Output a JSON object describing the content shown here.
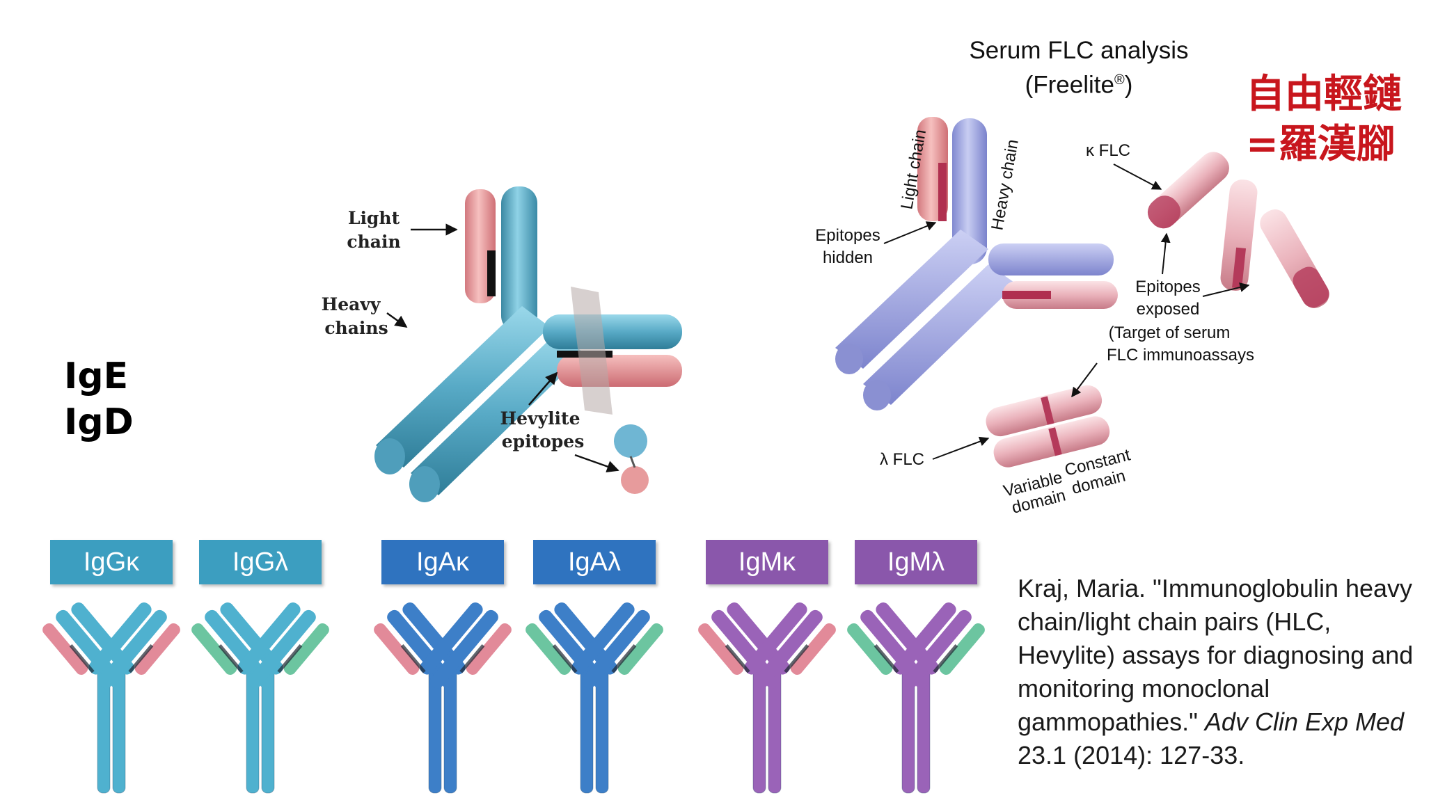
{
  "side_labels": [
    "IgE",
    "IgD"
  ],
  "hevylite_figure": {
    "labels": {
      "light_chain": [
        "Light",
        "chain"
      ],
      "heavy_chains": [
        "Heavy",
        "chains"
      ],
      "hevylite_epitopes": [
        "Hevylite",
        "epitopes"
      ]
    }
  },
  "flc_figure": {
    "title_line1": "Serum FLC analysis",
    "title_line2": "(Freelite",
    "title_reg": "®",
    "title_close": ")",
    "labels": {
      "light_chain": "Light chain",
      "heavy_chain": "Heavy chain",
      "epitopes_hidden": [
        "Epitopes",
        "hidden"
      ],
      "kappa_flc": "κ FLC",
      "epitopes_exposed": [
        "Epitopes",
        "exposed",
        "(Target of serum",
        "FLC immunoassays"
      ],
      "lambda_flc": "λ FLC",
      "variable_domain": [
        "Variable",
        "domain"
      ],
      "constant_domain": [
        "Constant",
        "domain"
      ]
    }
  },
  "annotation_cjk": [
    "自由輕鏈",
    "=羅漢腳"
  ],
  "isotypes": [
    {
      "label": "IgGκ",
      "heavy": "#4fb1cf",
      "light": "#e28a99"
    },
    {
      "label": "IgGλ",
      "heavy": "#4fb1cf",
      "light": "#6cc5a0"
    },
    {
      "label": "IgAκ",
      "heavy": "#3d7fc8",
      "light": "#e28a99"
    },
    {
      "label": "IgAλ",
      "heavy": "#3d7fc8",
      "light": "#6cc5a0"
    },
    {
      "label": "IgMκ",
      "heavy": "#9a63b8",
      "light": "#e28a99"
    },
    {
      "label": "IgMλ",
      "heavy": "#9a63b8",
      "light": "#6cc5a0"
    }
  ],
  "badge_colors": [
    "#3c9ec0",
    "#3c9ec0",
    "#2f73bf",
    "#2f73bf",
    "#8a57ab",
    "#8a57ab"
  ],
  "citation": {
    "text_plain": "Kraj, Maria. \"Immunoglobulin heavy chain/light chain pairs (HLC, Hevylite) assays for diagnosing and monitoring monoclonal gammopathies.\" ",
    "journal": "Adv Clin Exp Med",
    "tail": " 23.1 (2014): 127-33."
  }
}
